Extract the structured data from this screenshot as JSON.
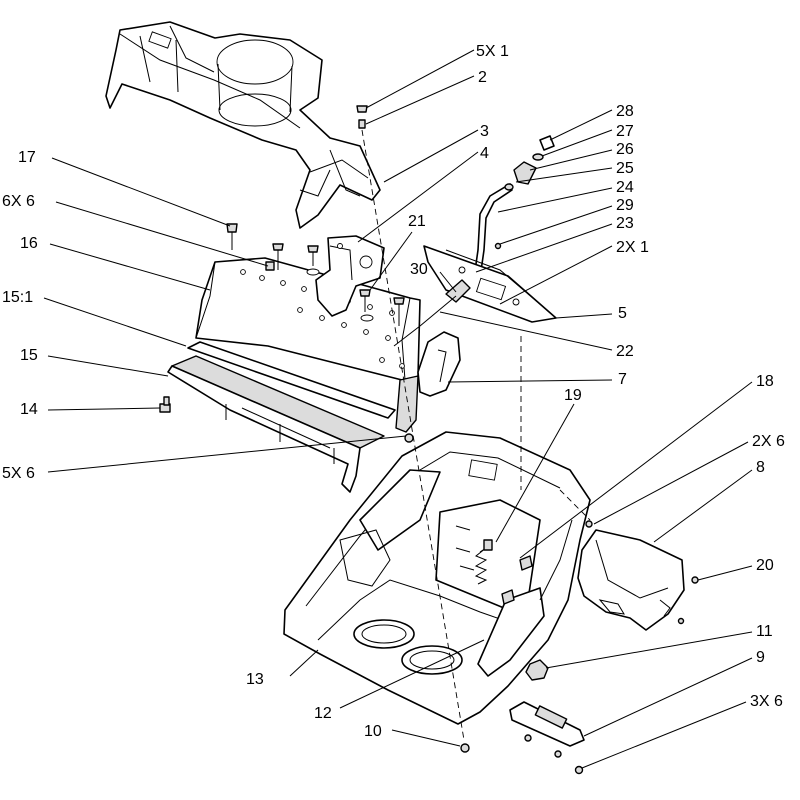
{
  "callouts": [
    {
      "id": "c-5x1",
      "label": "5X 1"
    },
    {
      "id": "c-2",
      "label": "2"
    },
    {
      "id": "c-3",
      "label": "3"
    },
    {
      "id": "c-4",
      "label": "4"
    },
    {
      "id": "c-17",
      "label": "17"
    },
    {
      "id": "c-6x6",
      "label": "6X 6"
    },
    {
      "id": "c-21",
      "label": "21"
    },
    {
      "id": "c-16",
      "label": "16"
    },
    {
      "id": "c-15-1",
      "label": "15:1"
    },
    {
      "id": "c-15",
      "label": "15"
    },
    {
      "id": "c-14",
      "label": "14"
    },
    {
      "id": "c-5x6",
      "label": "5X 6"
    },
    {
      "id": "c-28",
      "label": "28"
    },
    {
      "id": "c-27",
      "label": "27"
    },
    {
      "id": "c-26",
      "label": "26"
    },
    {
      "id": "c-25",
      "label": "25"
    },
    {
      "id": "c-24",
      "label": "24"
    },
    {
      "id": "c-29",
      "label": "29"
    },
    {
      "id": "c-23",
      "label": "23"
    },
    {
      "id": "c-2x1",
      "label": "2X 1"
    },
    {
      "id": "c-30",
      "label": "30"
    },
    {
      "id": "c-5",
      "label": "5"
    },
    {
      "id": "c-22",
      "label": "22"
    },
    {
      "id": "c-7",
      "label": "7"
    },
    {
      "id": "c-18",
      "label": "18"
    },
    {
      "id": "c-19",
      "label": "19"
    },
    {
      "id": "c-2x6",
      "label": "2X 6"
    },
    {
      "id": "c-8",
      "label": "8"
    },
    {
      "id": "c-20",
      "label": "20"
    },
    {
      "id": "c-11",
      "label": "11"
    },
    {
      "id": "c-9",
      "label": "9"
    },
    {
      "id": "c-13",
      "label": "13"
    },
    {
      "id": "c-12",
      "label": "12"
    },
    {
      "id": "c-10",
      "label": "10"
    },
    {
      "id": "c-3x6",
      "label": "3X 6"
    }
  ]
}
